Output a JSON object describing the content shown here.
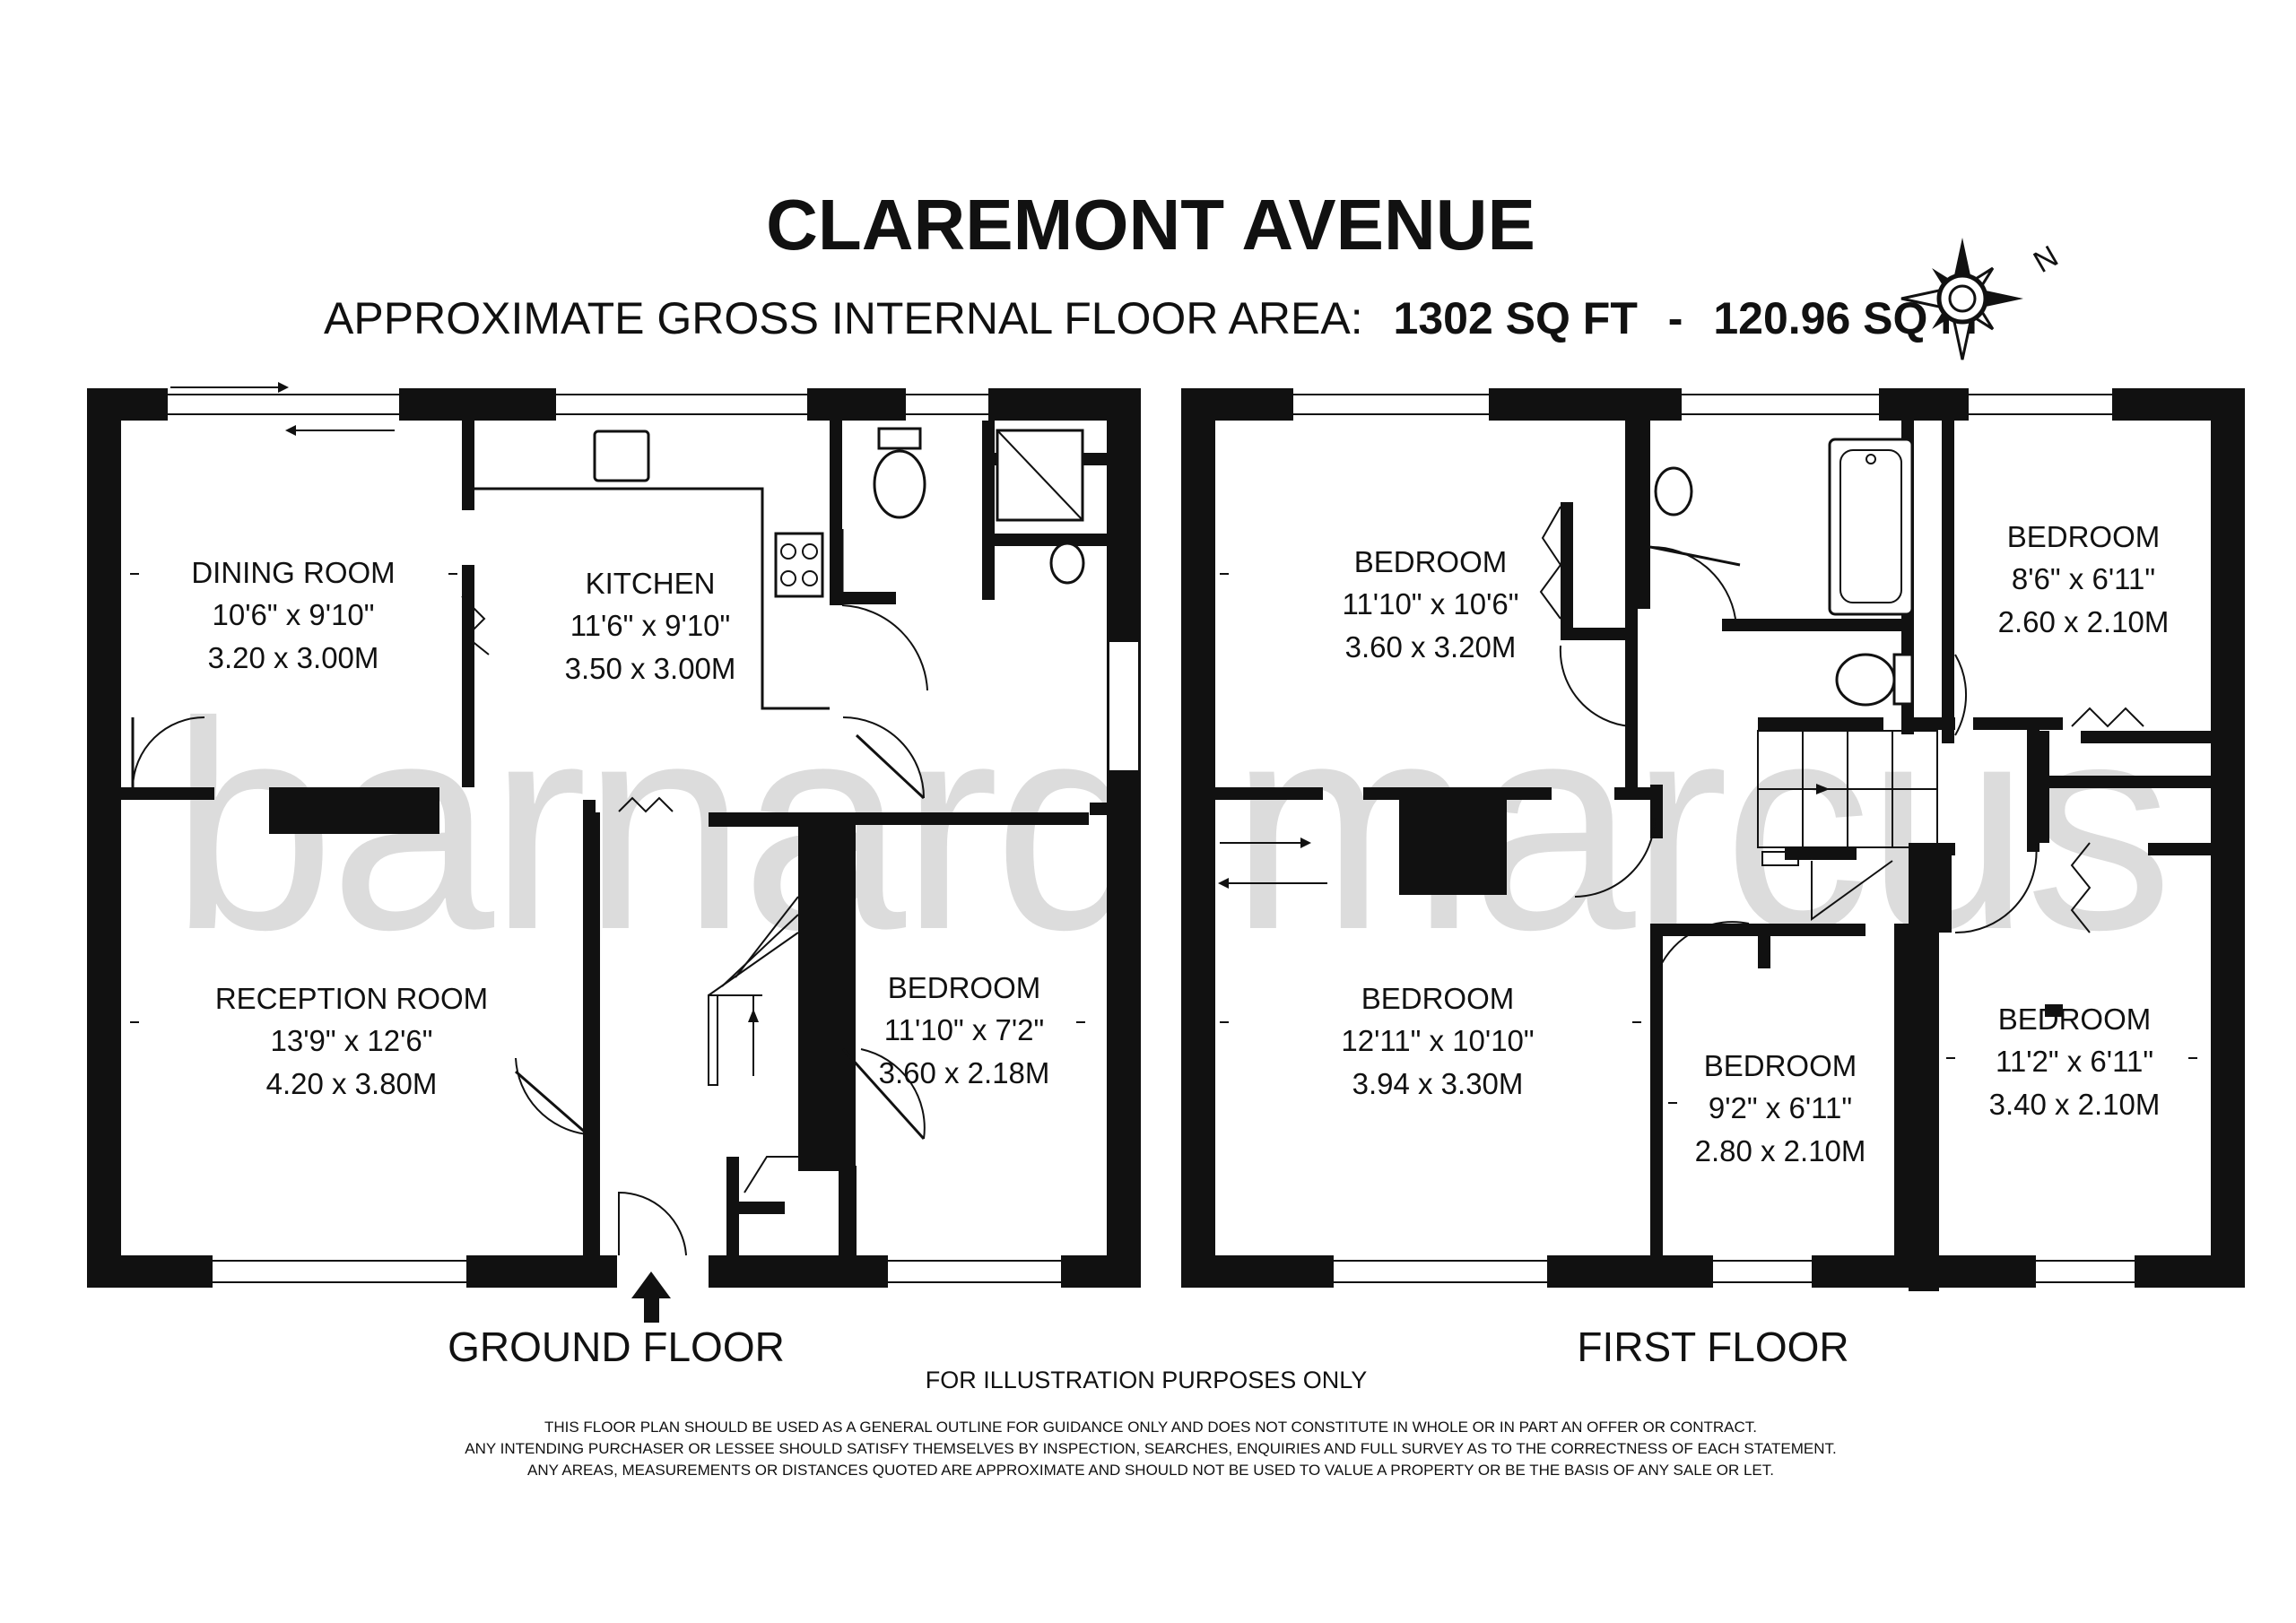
{
  "header": {
    "title": "CLAREMONT AVENUE",
    "area_label": "APPROXIMATE GROSS INTERNAL FLOOR AREA:",
    "area_sqft": "1302 SQ FT",
    "area_separator": "-",
    "area_sqm": "120.96 SQ M",
    "compass_letter": "N"
  },
  "watermark": "barnard marcus",
  "ground_floor": {
    "label": "GROUND FLOOR",
    "rooms": [
      {
        "name": "DINING ROOM",
        "imperial": "10'6\" x 9'10\"",
        "metric": "3.20 x 3.00M"
      },
      {
        "name": "KITCHEN",
        "imperial": "11'6\" x 9'10\"",
        "metric": "3.50 x 3.00M"
      },
      {
        "name": "RECEPTION ROOM",
        "imperial": "13'9\" x 12'6\"",
        "metric": "4.20 x 3.80M"
      },
      {
        "name": "BEDROOM",
        "imperial": "11'10\" x 7'2\"",
        "metric": "3.60 x 2.18M"
      }
    ]
  },
  "first_floor": {
    "label": "FIRST FLOOR",
    "rooms": [
      {
        "name": "BEDROOM",
        "imperial": "11'10\" x 10'6\"",
        "metric": "3.60 x 3.20M"
      },
      {
        "name": "BEDROOM",
        "imperial": "8'6\" x 6'11\"",
        "metric": "2.60 x 2.10M"
      },
      {
        "name": "BEDROOM",
        "imperial": "12'11\" x 10'10\"",
        "metric": "3.94 x 3.30M"
      },
      {
        "name": "BEDROOM",
        "imperial": "9'2\" x 6'11\"",
        "metric": "2.80 x 2.10M"
      },
      {
        "name": "BEDROOM",
        "imperial": "11'2\" x 6'11\"",
        "metric": "3.40 x 2.10M"
      }
    ]
  },
  "footer": {
    "illustration_note": "FOR ILLUSTRATION PURPOSES ONLY",
    "disclaimer": [
      "THIS FLOOR PLAN SHOULD BE USED AS A GENERAL OUTLINE FOR GUIDANCE ONLY AND DOES NOT CONSTITUTE IN WHOLE OR IN PART AN OFFER OR CONTRACT.",
      "ANY INTENDING PURCHASER OR LESSEE SHOULD SATISFY THEMSELVES BY INSPECTION, SEARCHES, ENQUIRIES AND FULL SURVEY AS TO THE CORRECTNESS OF EACH STATEMENT.",
      "ANY AREAS, MEASUREMENTS OR DISTANCES QUOTED ARE APPROXIMATE AND SHOULD NOT BE USED TO VALUE A PROPERTY OR BE THE BASIS OF ANY SALE OR LET."
    ]
  }
}
